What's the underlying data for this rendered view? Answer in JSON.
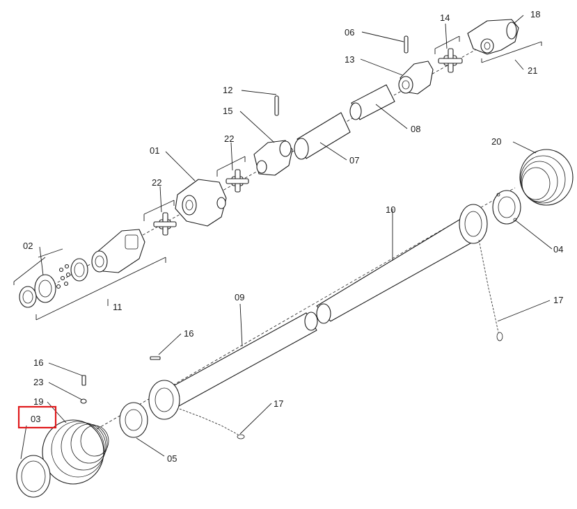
{
  "labels": {
    "p01": "01",
    "p02": "02",
    "p03": "03",
    "p04": "04",
    "p05": "05",
    "p06": "06",
    "p07": "07",
    "p08": "08",
    "p09": "09",
    "p10": "10",
    "p11": "11",
    "p12": "12",
    "p13": "13",
    "p14": "14",
    "p15": "15",
    "p16a": "16",
    "p16b": "16",
    "p17a": "17",
    "p17b": "17",
    "p18": "18",
    "p19": "19",
    "p20": "20",
    "p21": "21",
    "p22a": "22",
    "p22b": "22",
    "p23": "23"
  },
  "highlight": {
    "label": "03",
    "color": "#e0191b"
  }
}
